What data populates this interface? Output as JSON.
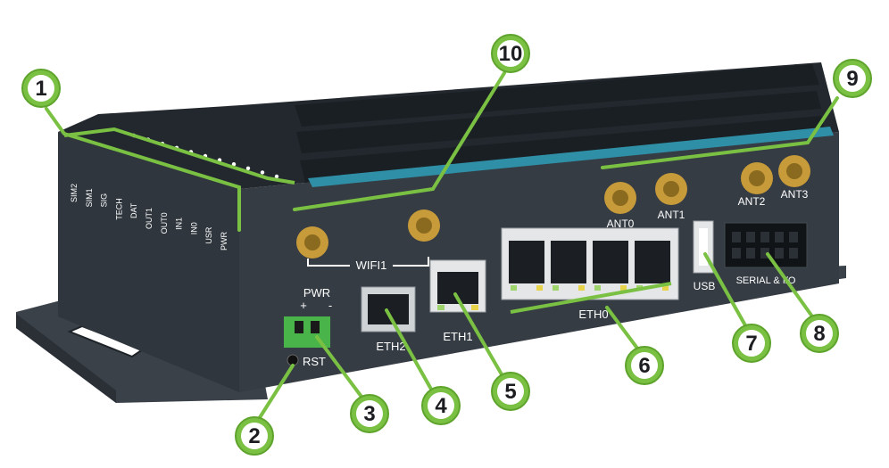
{
  "colors": {
    "callout": "#7ac143",
    "callout_ring": "#5ea32c",
    "body": "#2f363d",
    "body_dark": "#23292f",
    "fin": "#1f2429",
    "teal": "#2f8fa6",
    "gold": "#c79a3a",
    "port_green": "#9fd36b",
    "port_yellow": "#e7d34a"
  },
  "leds": [
    "SIM2",
    "SIM1",
    "SIG",
    "TECH",
    "DAT",
    "OUT1",
    "OUT0",
    "IN1",
    "IN0",
    "USR",
    "PWR"
  ],
  "labels": {
    "pwr": "PWR",
    "plus": "+",
    "minus": "-",
    "rst": "RST",
    "eth2": "ETH2",
    "eth1": "ETH1",
    "eth0": "ETH0",
    "wifi1": "WIFI1",
    "ant0": "ANT0",
    "ant1": "ANT1",
    "ant2": "ANT2",
    "ant3": "ANT3",
    "usb": "USB",
    "serial": "SERIAL & I/O"
  },
  "callouts": [
    "1",
    "2",
    "3",
    "4",
    "5",
    "6",
    "7",
    "8",
    "9",
    "10"
  ]
}
